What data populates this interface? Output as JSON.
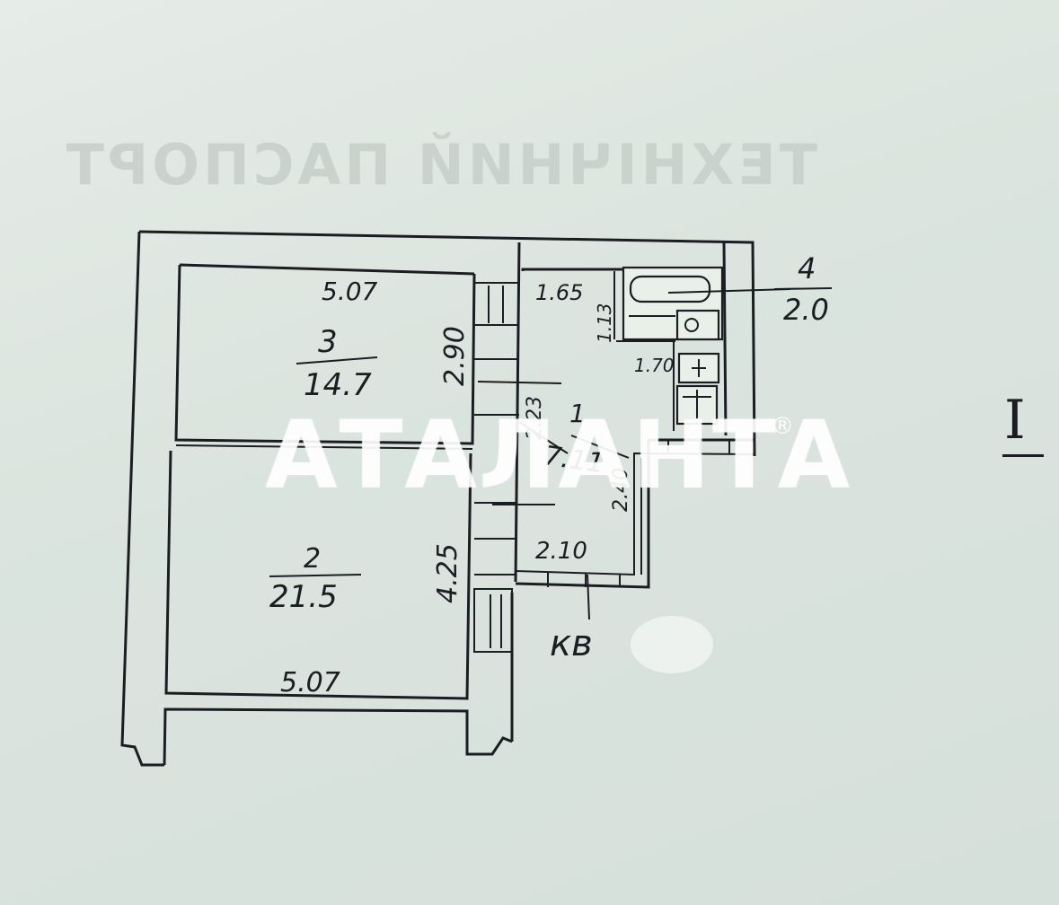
{
  "document": {
    "header_faint": "ТЕХНІЧНИЙ ПАСПОРТ",
    "watermark": "АТАЛАНТА",
    "watermark_mark": "®",
    "sheet_mark": "I",
    "apartment_label": "кв"
  },
  "rooms": [
    {
      "number": "1",
      "area": "7.11"
    },
    {
      "number": "2",
      "area": "21.5"
    },
    {
      "number": "3",
      "area": "14.7"
    },
    {
      "number": "4",
      "area": "2.0"
    }
  ],
  "dimensions": {
    "room3_width": "5.07",
    "room3_depth": "2.90",
    "room2_width": "5.07",
    "room2_depth": "4.25",
    "bath_width": "1.65",
    "bath_depth": "1.13",
    "bath_inner": "1.70",
    "hall_width": "2.10",
    "hall_depth_left": "2.23",
    "hall_depth_right": "2.40"
  },
  "colors": {
    "ink": "#1b1d22",
    "paper": "#dde6e0"
  }
}
